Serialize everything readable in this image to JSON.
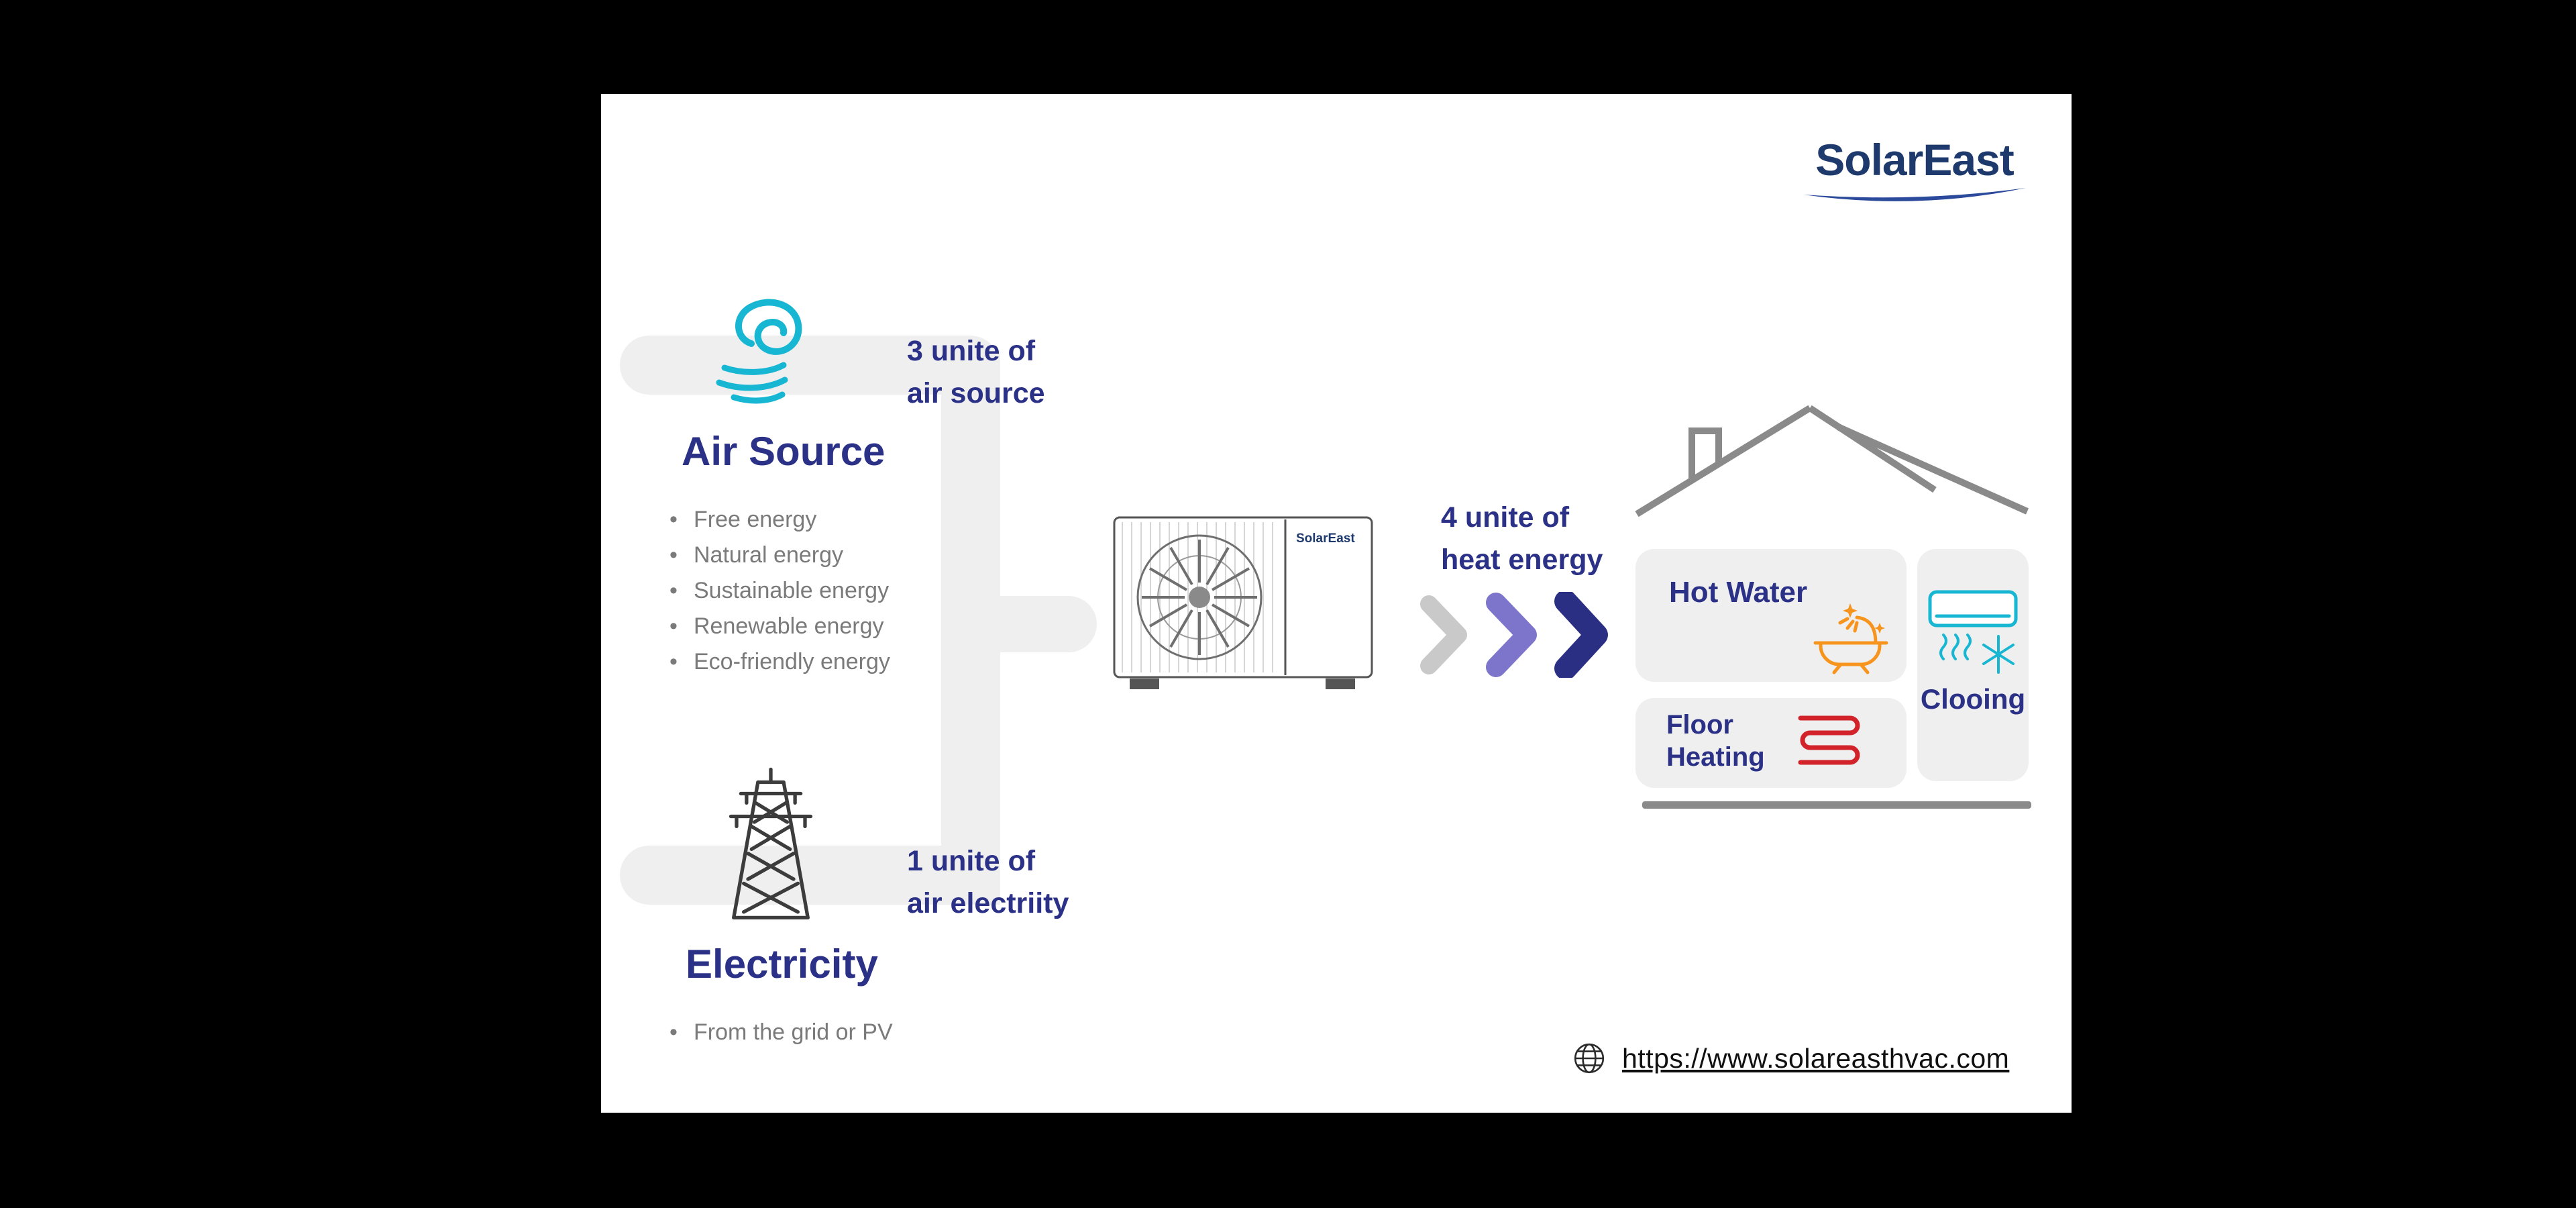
{
  "colors": {
    "background": "#000000",
    "slide": "#ffffff",
    "navy_text": "#2b3186",
    "logo_navy": "#1e3a6d",
    "teal": "#17b6d2",
    "purple_chevron": "#7d75cb",
    "gray_chevron": "#c9c9c9",
    "navy_chevron": "#2b2f84",
    "light_gray_shape": "#efefef",
    "roof_gray": "#8a8a8a",
    "bullet_gray": "#7a7a7a",
    "orange": "#f7941d",
    "red": "#d2232a"
  },
  "logo": {
    "text": "SolarEast"
  },
  "air_source": {
    "unit_line1": "3 unite of",
    "unit_line2": "air source",
    "title": "Air Source",
    "bullets": [
      "Free energy",
      "Natural energy",
      "Sustainable energy",
      "Renewable energy",
      "Eco-friendly energy"
    ]
  },
  "electricity": {
    "unit_line1": "1 unite of",
    "unit_line2": "air electriity",
    "title": "Electricity",
    "bullets": [
      "From the grid or PV"
    ]
  },
  "heat_pump": {
    "brand": "SolarEast"
  },
  "output": {
    "unit_line1": "4 unite of",
    "unit_line2": "heat energy"
  },
  "house": {
    "hot_water_label": "Hot Water",
    "cooling_label": "Clooing",
    "floor_heating_line1": "Floor",
    "floor_heating_line2": "Heating"
  },
  "footer": {
    "url": "https://www.solareasthvac.com"
  }
}
